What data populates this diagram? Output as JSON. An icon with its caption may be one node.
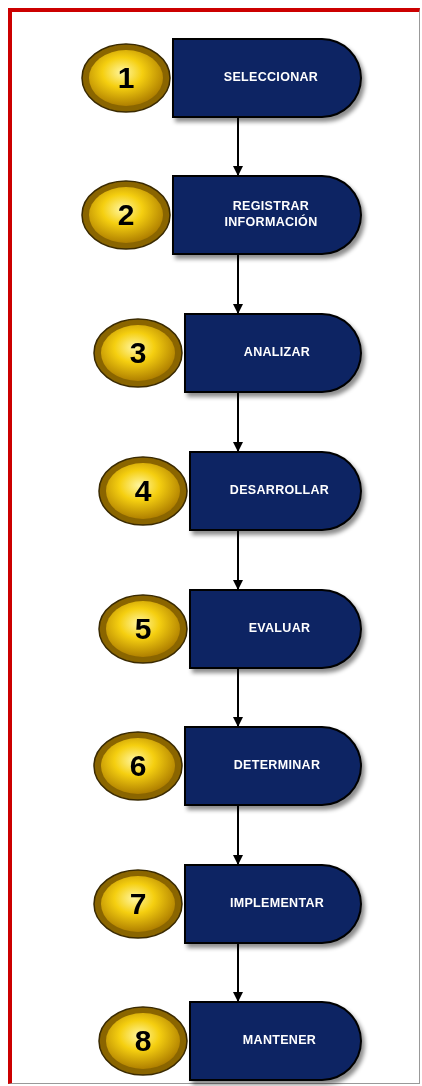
{
  "diagram": {
    "nodes": [
      {
        "text": [
          "1"
        ]
      },
      {
        "text": [
          "SELECCIONAR"
        ]
      },
      {
        "text": [
          "2"
        ]
      },
      {
        "text": [
          "REGISTRAR INFORMACIÓN"
        ]
      },
      {
        "text": [
          "3"
        ]
      },
      {
        "text": [
          "ANALIZAR"
        ]
      },
      {
        "text": [
          "4"
        ]
      },
      {
        "text": [
          "DESARROLLAR"
        ]
      },
      {
        "text": [
          "5"
        ]
      },
      {
        "text": [
          "EVALUAR"
        ]
      },
      {
        "text": [
          "6"
        ]
      },
      {
        "text": [
          "DETERMINAR"
        ]
      },
      {
        "text": [
          "7"
        ]
      },
      {
        "text": [
          "IMPLEMENTAR"
        ]
      },
      {
        "text": [
          "8"
        ]
      },
      {
        "text": [
          "MANTENER"
        ]
      }
    ],
    "edges": [
      {
        "from": 1,
        "to": 3,
        "arrow": "to"
      },
      {
        "from": 3,
        "to": 5,
        "arrow": "to"
      },
      {
        "from": 5,
        "to": 7,
        "arrow": "to"
      },
      {
        "from": 7,
        "to": 9,
        "arrow": "to"
      },
      {
        "from": 9,
        "to": 11,
        "arrow": "to"
      },
      {
        "from": 11,
        "to": 13,
        "arrow": "to"
      },
      {
        "from": 13,
        "to": 15,
        "arrow": "to"
      }
    ]
  }
}
